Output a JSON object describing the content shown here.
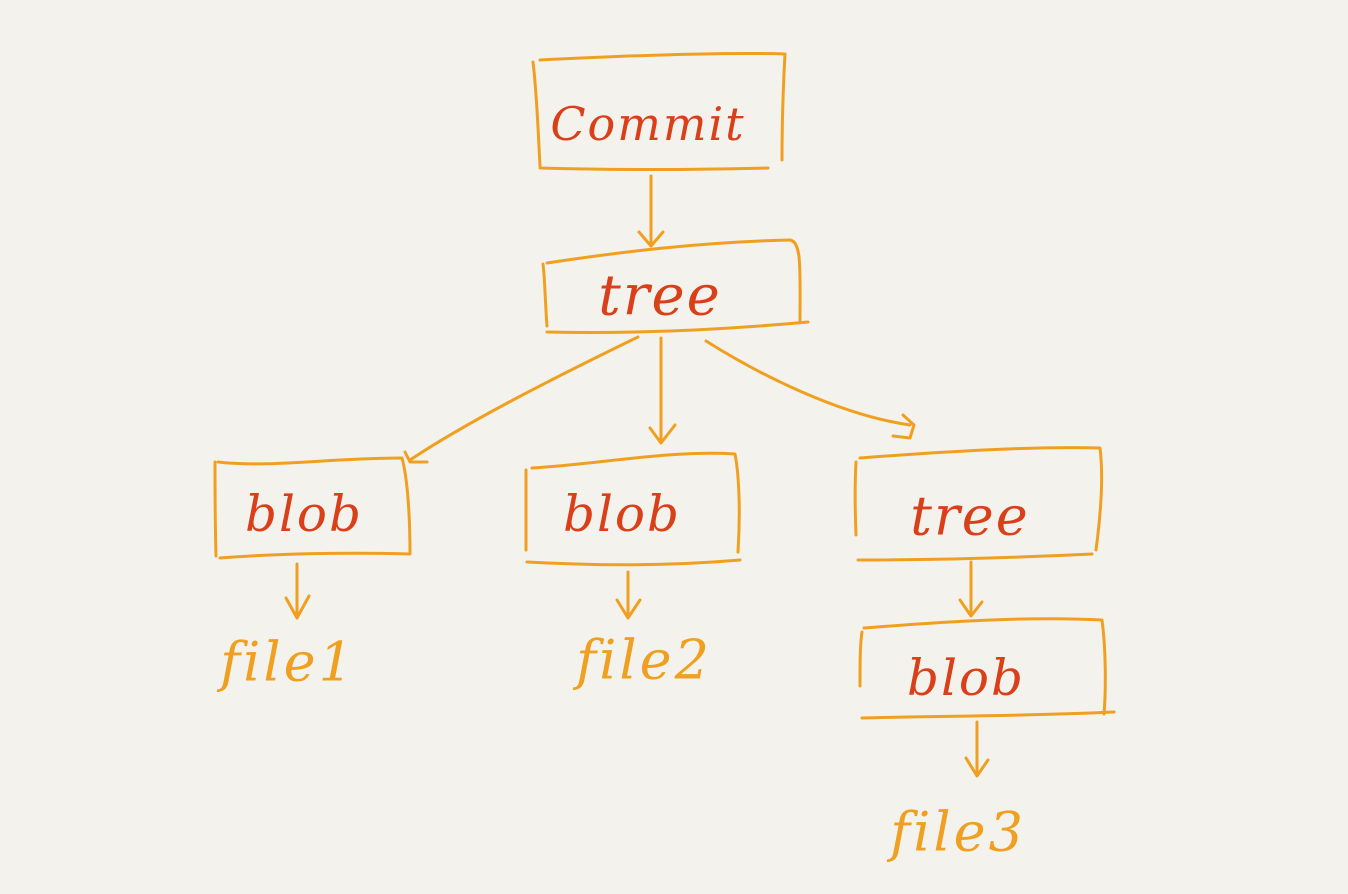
{
  "colors": {
    "background": "#f4f2ed",
    "stroke": "#f0a020",
    "node_text": "#d9401a",
    "file_text": "#f0a020"
  },
  "nodes": {
    "commit": "Commit",
    "tree_root": "tree",
    "blob_1": "blob",
    "blob_2": "blob",
    "tree_sub": "tree",
    "blob_3": "blob"
  },
  "files": {
    "file_1": "file1",
    "file_2": "file2",
    "file_3": "file3"
  }
}
